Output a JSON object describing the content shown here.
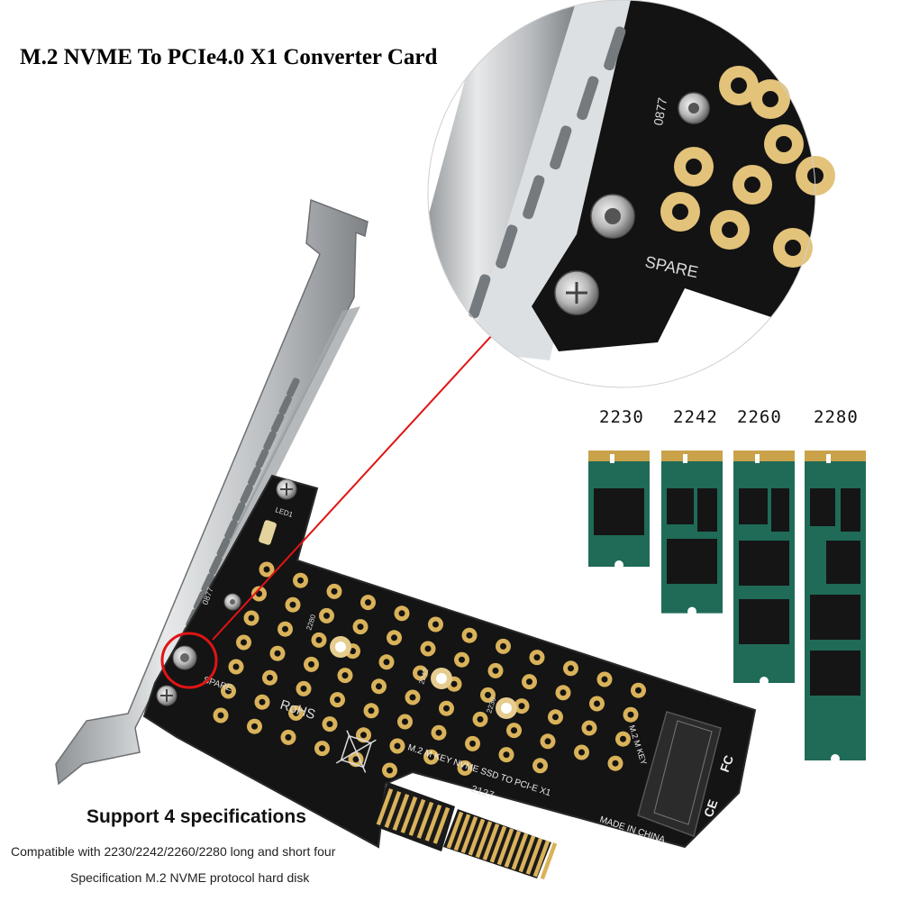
{
  "title": "M.2 NVME To PCIe4.0 X1 Converter Card",
  "bottom": {
    "heading": "Support 4 specifications",
    "line1": "Compatible with 2230/2242/2260/2280 long and short four",
    "line2": "Specification M.2 NVME protocol hard disk"
  },
  "specs": [
    {
      "label": "2230"
    },
    {
      "label": "2242"
    },
    {
      "label": "2260"
    },
    {
      "label": "2280"
    }
  ],
  "pcb_text": {
    "led": "LED1",
    "mount_0877": "0877",
    "spare": "SPARE",
    "rohs": "RoHS",
    "key_line": "M.2 M KEY NVME SSD TO PCI-E X1",
    "key_side": "M.2 M KEY",
    "made_in": "MADE IN CHINA",
    "code": "2127",
    "s2280": "2280",
    "s2242": "2242",
    "s2230": "2230",
    "fc": "FC",
    "ce": "CE"
  },
  "colors": {
    "pcb": "#111111",
    "gold": "#d9b25a",
    "ssd_green": "#1f6b58",
    "ssd_chip": "#151515",
    "ssd_gold": "#c9a24a",
    "callout_red": "#e01414",
    "bracket_silver": "#cfd2d5"
  }
}
